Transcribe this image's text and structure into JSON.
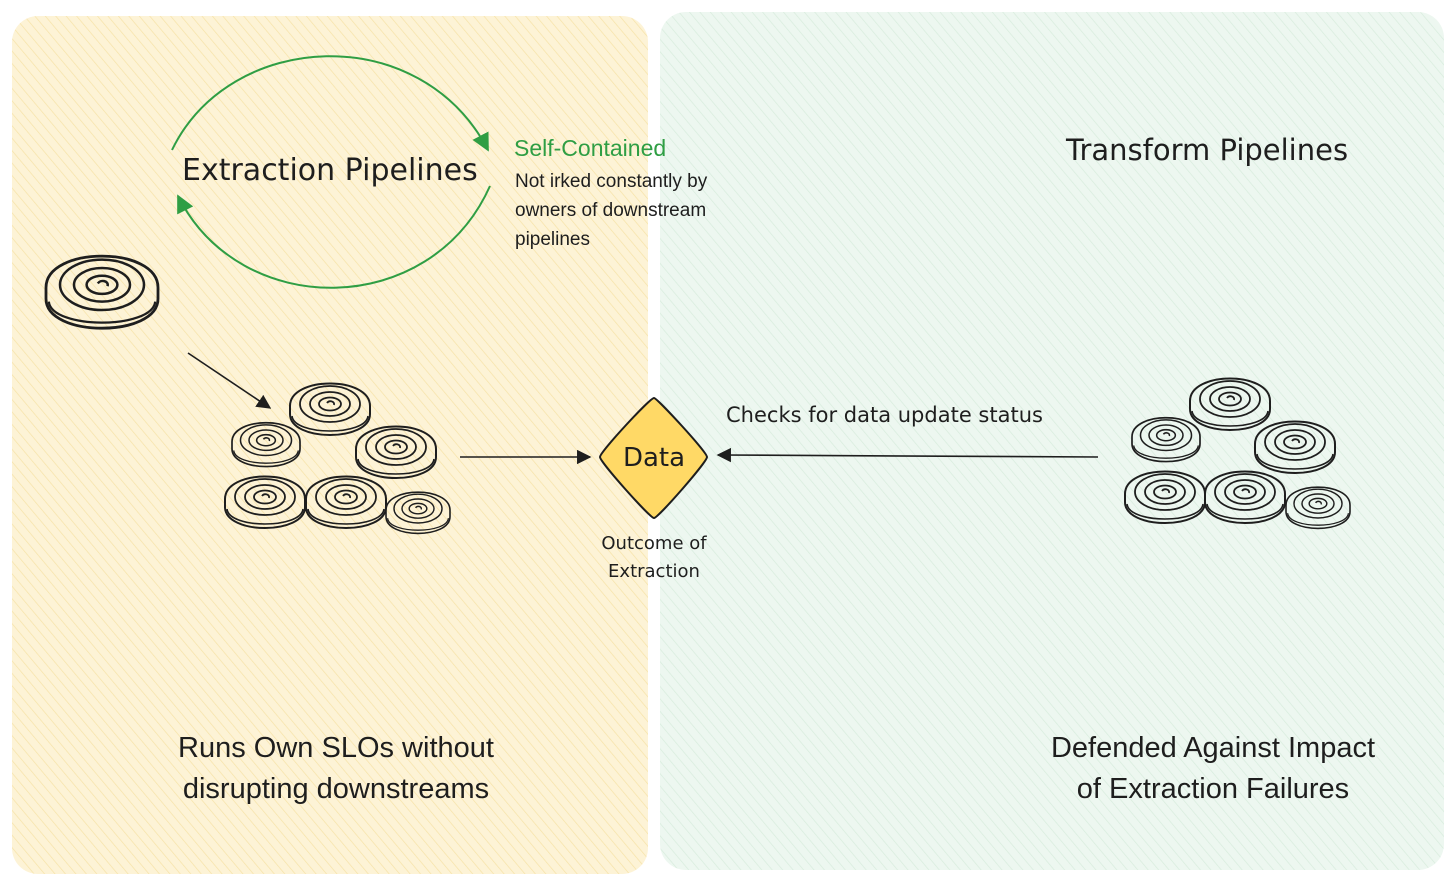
{
  "left_zone": {
    "title": "Extraction Pipelines",
    "caption_line1": "Runs Own SLOs without",
    "caption_line2": "disrupting downstreams"
  },
  "right_zone": {
    "title": "Transform Pipelines",
    "caption_line1": "Defended Against Impact",
    "caption_line2": "of Extraction Failures"
  },
  "annotation": {
    "heading": "Self-Contained",
    "line1": "Not irked constantly by",
    "line2": "owners of downstream",
    "line3": "pipelines"
  },
  "data_node": {
    "label": "Data",
    "caption_line1": "Outcome of",
    "caption_line2": "Extraction"
  },
  "check_label": "Checks for data update status",
  "colors": {
    "left_zone_fill": "#fdf3d6",
    "right_zone_fill": "#e9f5ec",
    "accent_green": "#2f9e44",
    "diamond_fill": "#ffd966",
    "ink": "#1e1e1e"
  }
}
